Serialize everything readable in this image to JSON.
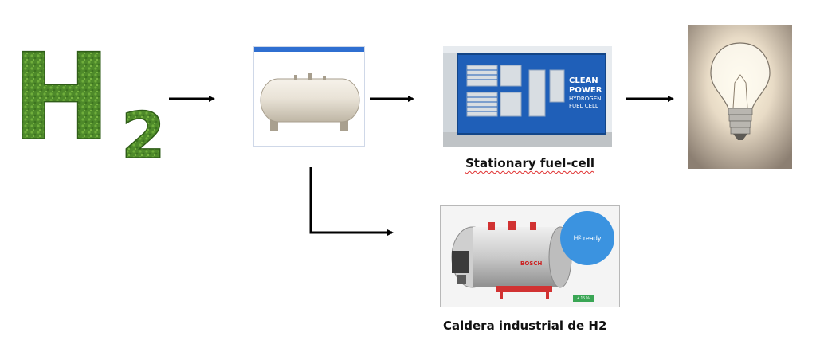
{
  "logo": {
    "letter": "H",
    "subscript": "2",
    "color": "#4e8a2a"
  },
  "fuel_cell": {
    "caption": "Stationary fuel-cell",
    "container_text_lines": [
      "CLEAN",
      "POWER",
      "HYDROGEN",
      "FUEL CELL"
    ],
    "color": "#1f5fb8"
  },
  "boiler": {
    "caption": "Caldera industrial de H2",
    "badge_h2_ready": {
      "main": "H",
      "sub": "2",
      "rest": " ready"
    },
    "brand": "BOSCH",
    "small_badge": "+ 15 %"
  },
  "colors": {
    "arrow": "#000000",
    "badge_blue": "#3b93e0"
  }
}
